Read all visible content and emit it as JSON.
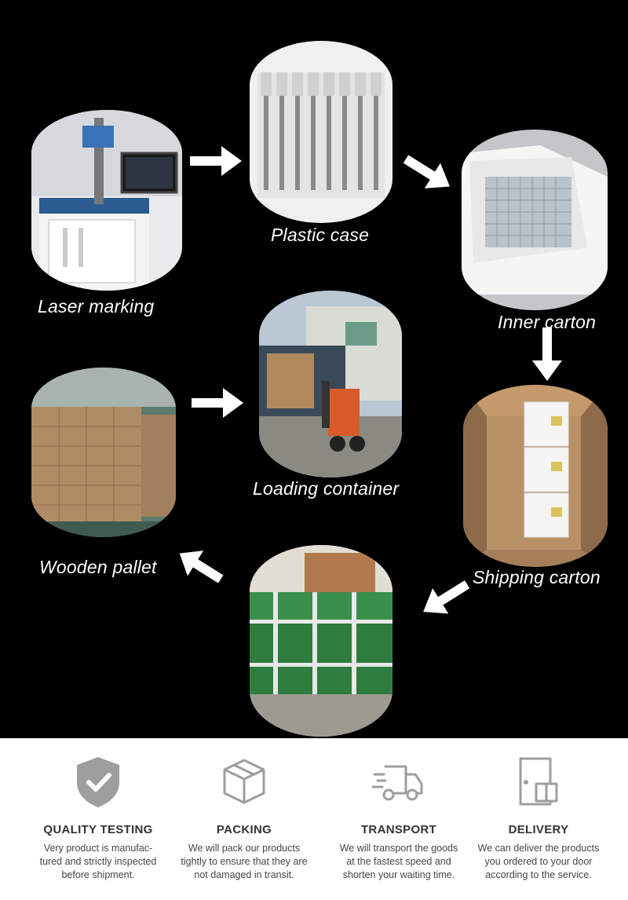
{
  "steps": [
    {
      "name": "laser-marking",
      "caption": "Laser marking"
    },
    {
      "name": "plastic-case",
      "caption": "Plastic case"
    },
    {
      "name": "inner-carton",
      "caption": "Inner carton"
    },
    {
      "name": "shipping-carton",
      "caption": "Shipping carton"
    },
    {
      "name": "wrapped-pallet",
      "caption": ""
    },
    {
      "name": "wooden-pallet",
      "caption": "Wooden pallet"
    },
    {
      "name": "loading-container",
      "caption": "Loading container"
    }
  ],
  "colors": {
    "background": "#000000",
    "arrow": "#ffffff",
    "icon": "#9e9e9e",
    "heading": "#333333",
    "text": "#444444"
  },
  "features": [
    {
      "icon": "shield-check-icon",
      "title": "QUALITY TESTING",
      "lines": [
        "Very product is manufac-",
        "tured and strictly inspected",
        "before shipment."
      ]
    },
    {
      "icon": "box-icon",
      "title": "PACKING",
      "lines": [
        "We will pack our products",
        "tightly to ensure that they are",
        "not damaged in transit."
      ]
    },
    {
      "icon": "truck-icon",
      "title": "TRANSPORT",
      "lines": [
        "We will transport the goods",
        "at the fastest speed and",
        "shorten your waiting time."
      ]
    },
    {
      "icon": "door-icon",
      "title": "DELIVERY",
      "lines": [
        "We can deliver the products",
        "you ordered to your door",
        "according to the service."
      ]
    }
  ]
}
